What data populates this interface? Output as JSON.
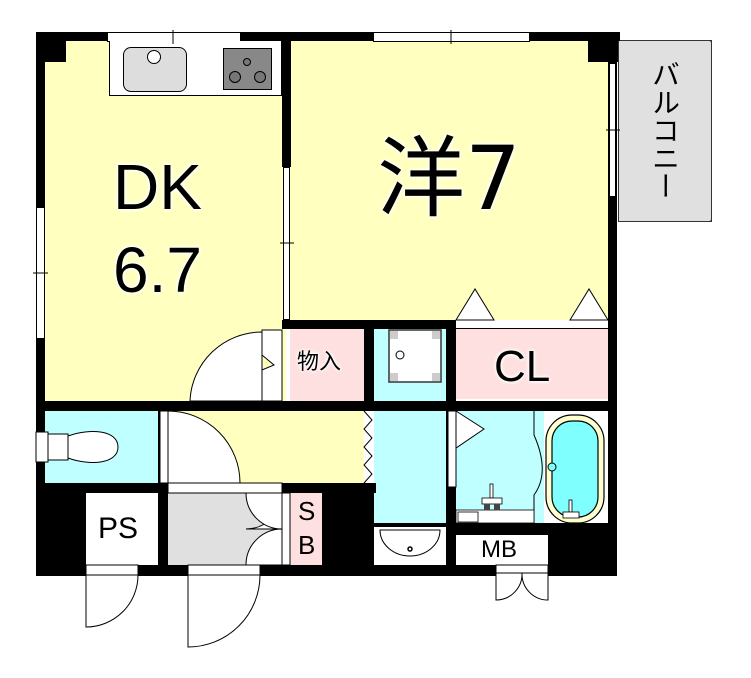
{
  "floor_plan": {
    "rooms": [
      {
        "id": "dk",
        "name": "DK",
        "size": "6.7",
        "color": "#ffffc0"
      },
      {
        "id": "western",
        "name": "洋7",
        "color": "#ffffc0"
      },
      {
        "id": "balcony",
        "name": "バルコニー",
        "color": "#e0e0e0"
      },
      {
        "id": "storage",
        "name": "物入",
        "color": "#ffe0e0"
      },
      {
        "id": "closet",
        "name": "CL",
        "color": "#ffe0e0"
      },
      {
        "id": "ps",
        "name": "PS",
        "color": "#ffffff"
      },
      {
        "id": "shoebox",
        "name": "S",
        "name2": "B",
        "color": "#ffe0e0"
      },
      {
        "id": "meter_box",
        "name": "MB",
        "color": "#ffffff"
      },
      {
        "id": "toilet",
        "name": "",
        "color": "#c0ffff"
      },
      {
        "id": "washroom",
        "name": "",
        "color": "#c0ffff"
      },
      {
        "id": "bathroom",
        "name": "",
        "color": "#c0ffff"
      },
      {
        "id": "hallway",
        "name": "",
        "color": "#ffffc0"
      },
      {
        "id": "entrance",
        "name": "",
        "color": "#e0e0e0"
      }
    ],
    "fixtures": [
      "kitchen-sink",
      "gas-stove",
      "toilet",
      "washing-machine-pan",
      "wash-basin",
      "bathtub",
      "shower-faucet"
    ],
    "colors": {
      "wall": "#000000",
      "living": "#ffffc0",
      "wet": "#c0ffff",
      "storage": "#ffe0e0",
      "balcony": "#e0e0e0",
      "entrance": "#e0e0e0",
      "bath": "#80ffff"
    }
  }
}
